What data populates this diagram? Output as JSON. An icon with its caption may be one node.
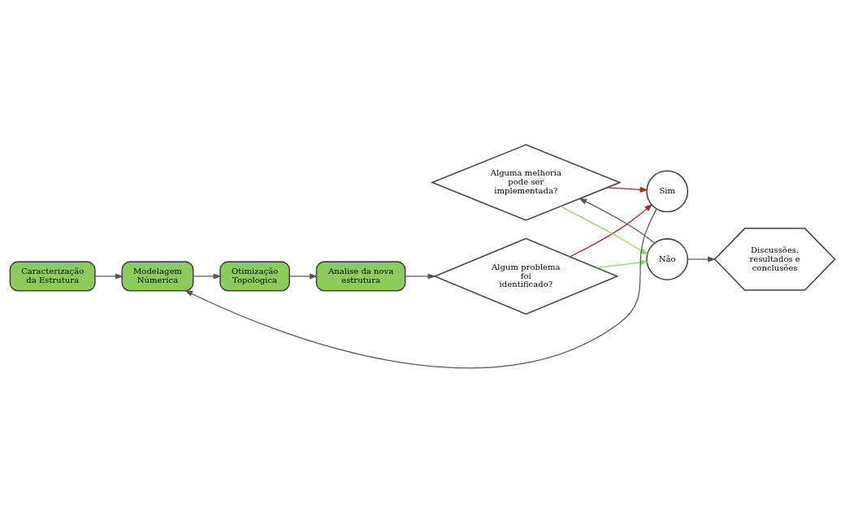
{
  "diagram": {
    "nodes": [
      {
        "text": [
          "Caracterização da Estrutura"
        ]
      },
      {
        "text": [
          "Modelagem Númerica"
        ]
      },
      {
        "text": [
          "Otimização Topologica"
        ]
      },
      {
        "text": [
          "Analise da nova estrutura"
        ]
      },
      {
        "text": [
          "Algum problema foi identificado?"
        ]
      },
      {
        "text": [
          "Alguma melhoria pode ser implementada?"
        ]
      },
      {
        "text": [
          "Sim"
        ]
      },
      {
        "text": [
          "Não"
        ]
      },
      {
        "text": [
          "Discussões, resultados e conclusões"
        ]
      }
    ],
    "edges": [
      {
        "from": 0,
        "to": 1,
        "arrow": "to"
      },
      {
        "from": 6,
        "to": 1,
        "arrow": "to"
      },
      {
        "from": 1,
        "to": 2,
        "arrow": "to"
      },
      {
        "from": 2,
        "to": 3,
        "arrow": "to"
      },
      {
        "from": 3,
        "to": 4,
        "arrow": "to"
      },
      {
        "from": 4,
        "to": 6,
        "arrow": "to",
        "color": "#a32b2b"
      },
      {
        "from": 5,
        "to": 6,
        "arrow": "to",
        "color": "#a32b2b"
      },
      {
        "from": 4,
        "to": 7,
        "arrow": "to",
        "color": "#8fd46a"
      },
      {
        "from": 5,
        "to": 7,
        "arrow": "to",
        "color": "#8fd46a"
      },
      {
        "from": 7,
        "to": 5,
        "arrow": "to"
      },
      {
        "from": 7,
        "to": 8,
        "arrow": "to"
      }
    ]
  }
}
